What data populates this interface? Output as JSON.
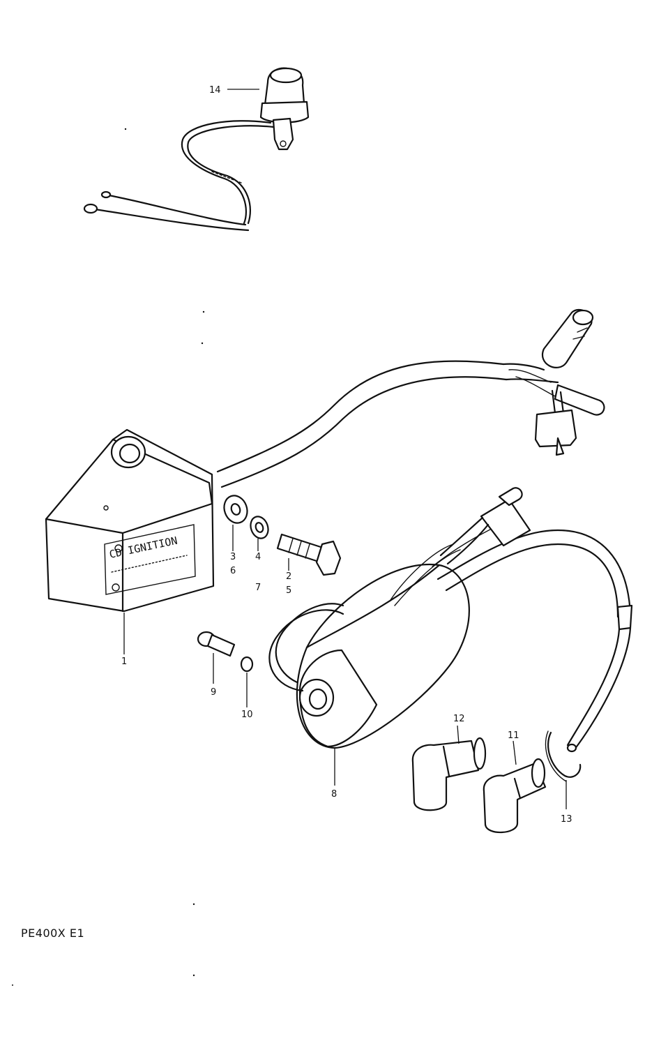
{
  "diagram": {
    "model_code": "PE400X  E1",
    "cdi_label_line1": "CD IGNITION",
    "callouts": [
      {
        "id": "14",
        "label": "14"
      },
      {
        "id": "1",
        "label": "1"
      },
      {
        "id": "3",
        "label": "3"
      },
      {
        "id": "6",
        "label": "6"
      },
      {
        "id": "4",
        "label": "4"
      },
      {
        "id": "7",
        "label": "7"
      },
      {
        "id": "2",
        "label": "2"
      },
      {
        "id": "5",
        "label": "5"
      },
      {
        "id": "9",
        "label": "9"
      },
      {
        "id": "10",
        "label": "10"
      },
      {
        "id": "8",
        "label": "8"
      },
      {
        "id": "12",
        "label": "12"
      },
      {
        "id": "11",
        "label": "11"
      },
      {
        "id": "13",
        "label": "13"
      }
    ]
  }
}
